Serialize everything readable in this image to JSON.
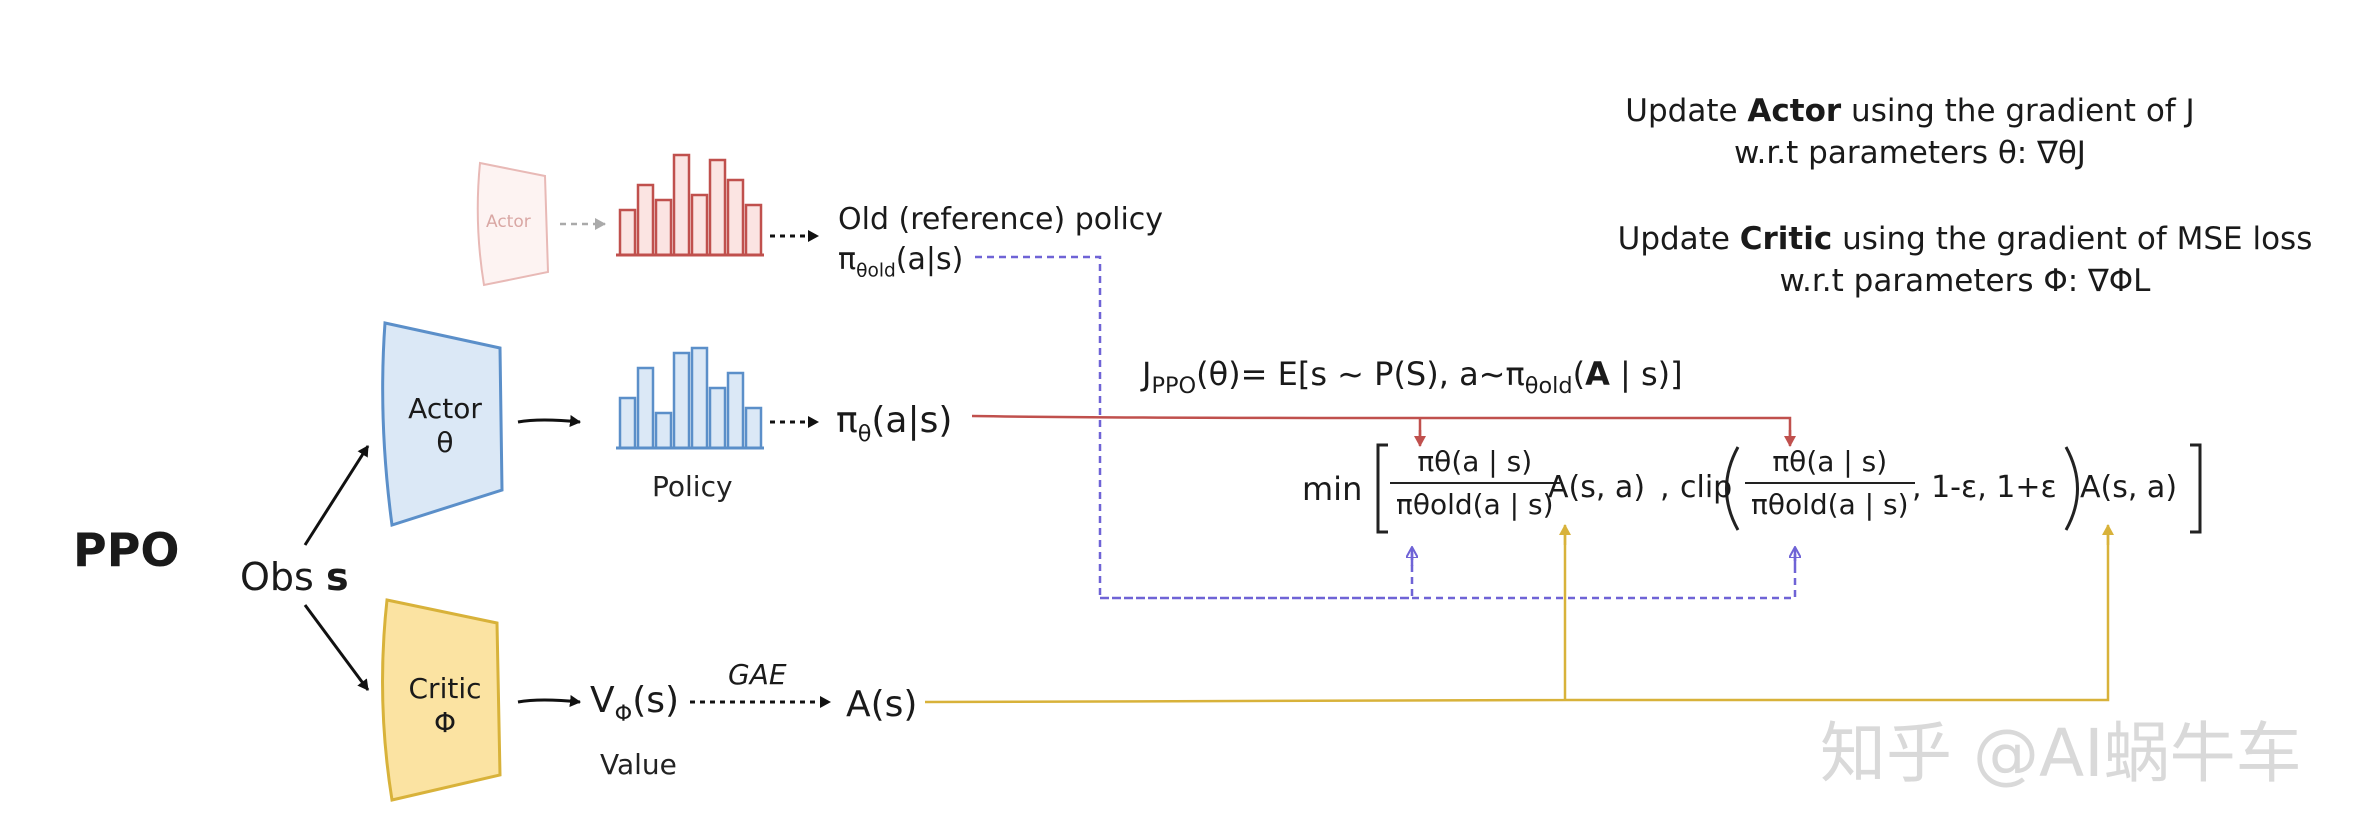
{
  "title": "PPO",
  "obs": {
    "prefix": "Obs",
    "var": "s"
  },
  "actor_old": {
    "label": "Actor"
  },
  "actor": {
    "label": "Actor",
    "param": "θ"
  },
  "critic": {
    "label": "Critic",
    "param": "Φ"
  },
  "old_policy": {
    "line1": "Old (reference) policy",
    "line2_base": "π",
    "line2_sub": "θold",
    "line2_tail": "(a|s)"
  },
  "policy": {
    "label": "Policy",
    "expr_base": "π",
    "expr_sub": "θ",
    "expr_tail": "(a|s)"
  },
  "value": {
    "label": "Value",
    "expr_base": "V",
    "expr_sub": "Φ",
    "expr_tail": "(s)"
  },
  "gae": {
    "label": "GAE"
  },
  "advantage": {
    "expr": "A(s)"
  },
  "objective": {
    "lhs_base": "J",
    "lhs_sub": "PPO",
    "lhs_tail": "(θ)=",
    "rhs": "E[s ~ P(S),  a~π",
    "rhs_sub": "θold",
    "rhs_tail_pre": "(",
    "rhs_bold": "A",
    "rhs_tail_post": " | s)]"
  },
  "formula": {
    "min": "min",
    "num": "πθ(a | s)",
    "den": "πθold(a | s)",
    "adv": "A(s, a)",
    "sep": ",",
    "clip": "clip",
    "clip_args": ", 1-ε, 1+ε",
    "adv2": "A(s, a)"
  },
  "update_actor": {
    "l1_pre": "Update ",
    "l1_bold": "Actor",
    "l1_post": " using the gradient of J",
    "l2": "w.r.t parameters θ: ∇θJ"
  },
  "update_critic": {
    "l1_pre": "Update ",
    "l1_bold": "Critic",
    "l1_post": " using the gradient of MSE loss",
    "l2": "w.r.t parameters Φ: ∇ΦL"
  },
  "watermark": "知乎 @AI蜗牛车",
  "colors": {
    "red": "#c0504d",
    "blue": "#5b8fc9",
    "yellow": "#d8b23a",
    "purple": "#6f63d6",
    "blue_fill": "#dbe8f6",
    "yellow_fill": "#fbe3a2",
    "red_fill": "#fbe4e2"
  },
  "histograms": {
    "old": [
      0.45,
      0.7,
      0.55,
      1.0,
      0.6,
      0.95,
      0.75,
      0.5
    ],
    "policy": [
      0.5,
      0.8,
      0.35,
      0.95,
      1.0,
      0.6,
      0.75,
      0.4
    ]
  }
}
